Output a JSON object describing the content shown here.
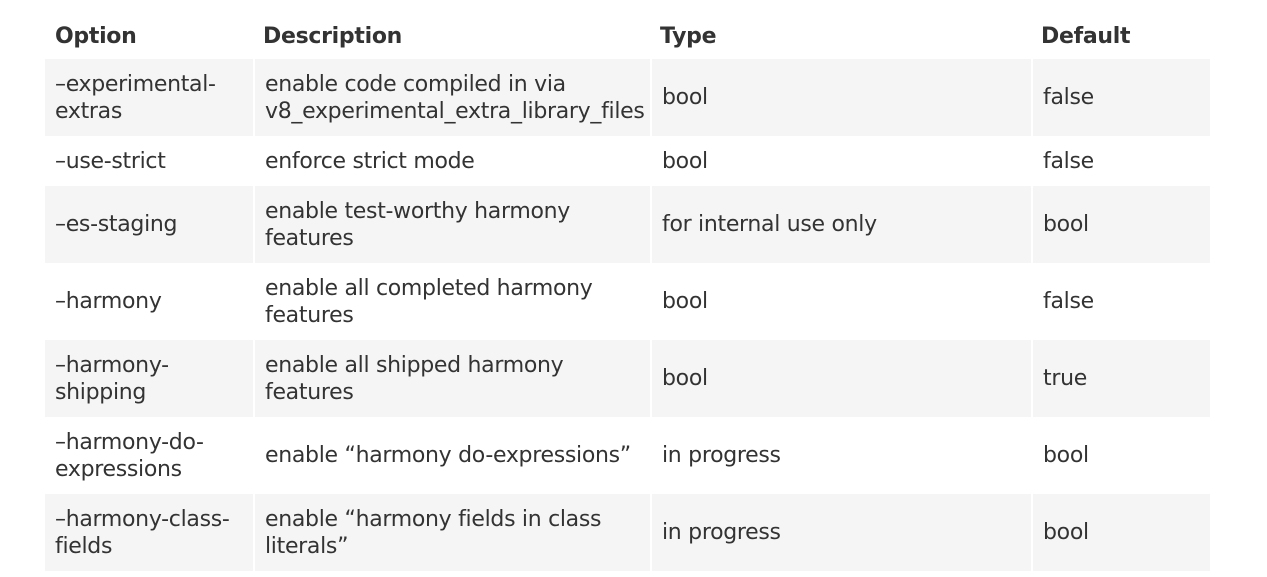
{
  "table": {
    "headers": {
      "option": "Option",
      "description": "Description",
      "type": "Type",
      "default": "Default"
    },
    "rows": [
      {
        "option": "–experimental-extras",
        "description": "enable code compiled in via v8_experimental_extra_library_files",
        "type": "bool",
        "default": "false"
      },
      {
        "option": "–use-strict",
        "description": "enforce strict mode",
        "type": "bool",
        "default": "false"
      },
      {
        "option": "–es-staging",
        "description": "enable test-worthy harmony features",
        "type": "for internal use only",
        "default": "bool"
      },
      {
        "option": "–harmony",
        "description": "enable all completed harmony features",
        "type": "bool",
        "default": "false"
      },
      {
        "option": "–harmony-shipping",
        "description": "enable all shipped harmony features",
        "type": "bool",
        "default": "true"
      },
      {
        "option": "–harmony-do-expressions",
        "description": "enable “harmony do-expressions”",
        "type": "in progress",
        "default": "bool"
      },
      {
        "option": "–harmony-class-fields",
        "description": "enable “harmony fields in class literals”",
        "type": "in progress",
        "default": "bool"
      }
    ]
  }
}
